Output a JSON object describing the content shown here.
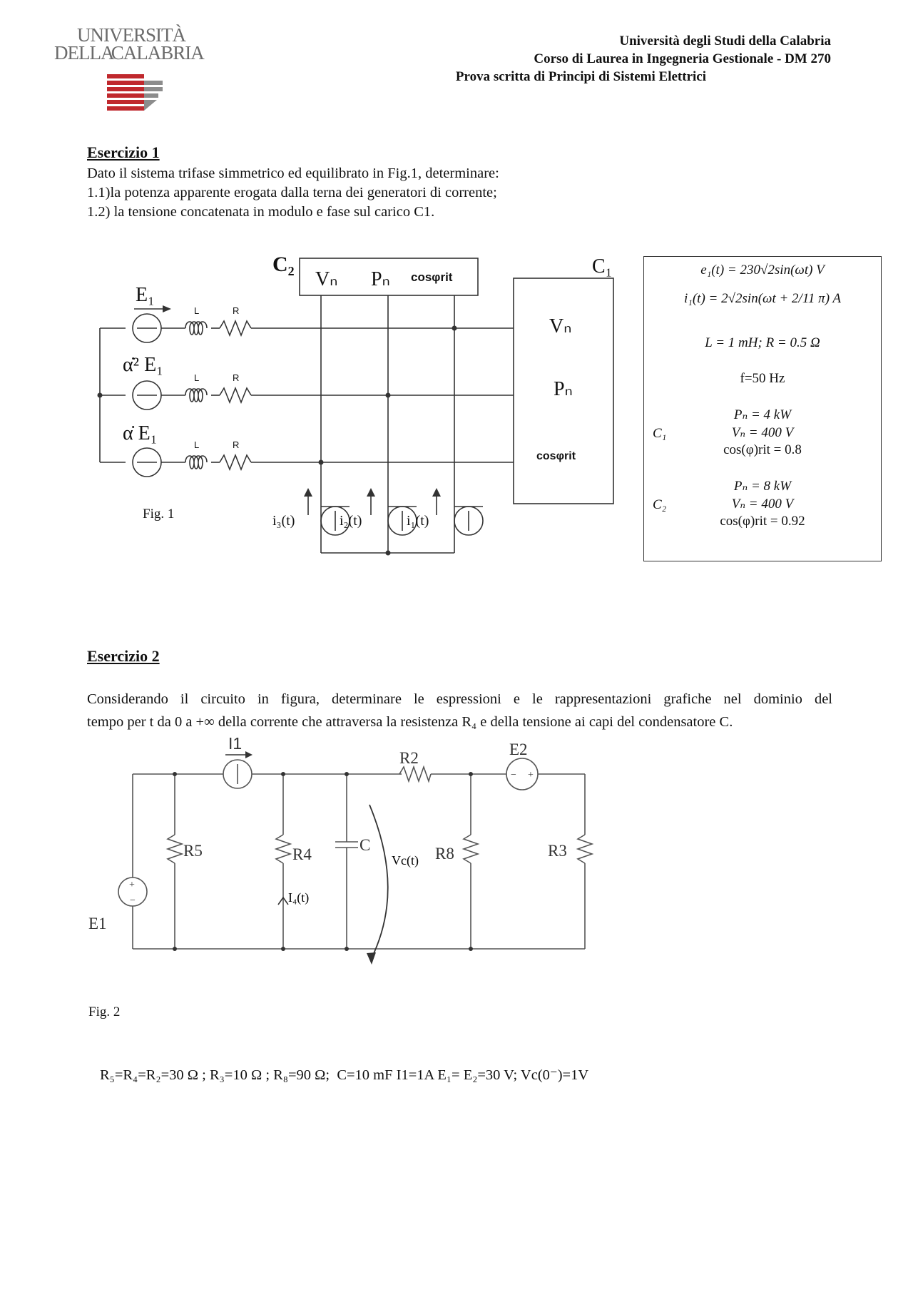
{
  "logo": {
    "line1": "UNIVERSITÀ",
    "line2": "DELLA CALABRIA"
  },
  "header": {
    "line1": "Università degli Studi della Calabria",
    "line2": "Corso di Laurea in Ingegneria Gestionale - DM 270",
    "line3": "Prova scritta di Principi di Sistemi Elettrici"
  },
  "ex1": {
    "title": "Esercizio 1",
    "lines": [
      "Dato il sistema trifase simmetrico ed equilibrato in Fig.1, determinare:",
      "1.1)la potenza apparente erogata dalla terna dei generatori di corrente;",
      "1.2) la tensione concatenata in modulo e fase sul carico C1."
    ],
    "fig_caption": "Fig. 1",
    "labels": {
      "c2": "C₂",
      "c1": "C₁",
      "vn": "Vₙ",
      "pn": "Pₙ",
      "cos": "cosφrit",
      "e1": "E₁",
      "ae1": "α̇² E₁",
      "ae1b": "α̇ E₁",
      "L": "L",
      "R": "R",
      "i3": "i₃(t)",
      "i2": "i₂(t)",
      "i1": "i₁(t)"
    },
    "params": {
      "e1": "e₁(t) = 230√2sin(ωt) V",
      "i1": "i₁(t) = 2√2sin(ωt + 2/11 π) A",
      "LR": "L = 1 mH; R = 0.5 Ω",
      "f": "f=50 Hz",
      "c1_label": "C₁",
      "c1_pn": "Pₙ = 4 kW",
      "c1_vn": "Vₙ = 400 V",
      "c1_cos": "cos(φ)rit = 0.8",
      "c2_label": "C₂",
      "c2_pn": "Pₙ = 8 kW",
      "c2_vn": "Vₙ = 400 V",
      "c2_cos": "cos(φ)rit = 0.92"
    }
  },
  "ex2": {
    "title": "Esercizio 2",
    "lines": [
      "Considerando il circuito in figura, determinare le espressioni e le rappresentazioni grafiche nel dominio del",
      "tempo per t da 0 a +∞ della corrente che attraversa la resistenza R₄ e della tensione ai capi del condensatore C."
    ],
    "fig_caption": "Fig. 2",
    "labels": {
      "I1": "I1",
      "R2": "R2",
      "E2": "E2",
      "R5": "R5",
      "R4": "R4",
      "C": "C",
      "Vc": "Vc(t)",
      "R8": "R8",
      "R3": "R3",
      "E1": "E1",
      "I4": "I₄(t)"
    },
    "values": "R₅=R₄=R₂=30 Ω ; R₃=10 Ω ; R₈=90 Ω;  C=10 mF I1=1A E₁= E₂=30 V; Vc(0⁻)=1V"
  }
}
